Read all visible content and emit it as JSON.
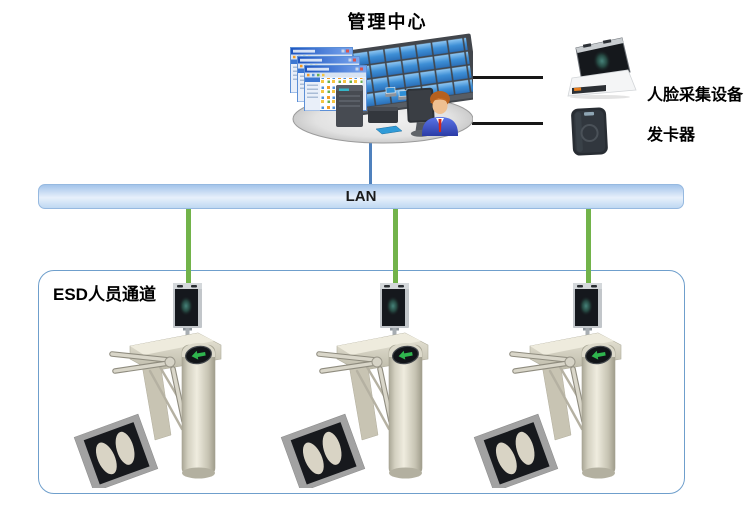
{
  "diagram": {
    "title": "管理中心",
    "lan": {
      "label": "LAN"
    },
    "peripherals": [
      {
        "label": "人脸采集设备"
      },
      {
        "label": "发卡器"
      }
    ],
    "esd_zone": {
      "label": "ESD人员通道",
      "turnstile_count": 3
    }
  },
  "colors": {
    "lan_connector_green": "#72b34a",
    "center_connector_blue": "#4f81bd",
    "device_connector_black": "#171717",
    "lan_bar_top": "#a3c4ea",
    "lan_bar_mid": "#e7f0fb",
    "lan_bar_bottom": "#bfd8f2",
    "esd_zone_border": "#6f9fcc",
    "turnstile_body": "#d8d5c6",
    "indicator_arrow_green": "#2fb54e"
  }
}
